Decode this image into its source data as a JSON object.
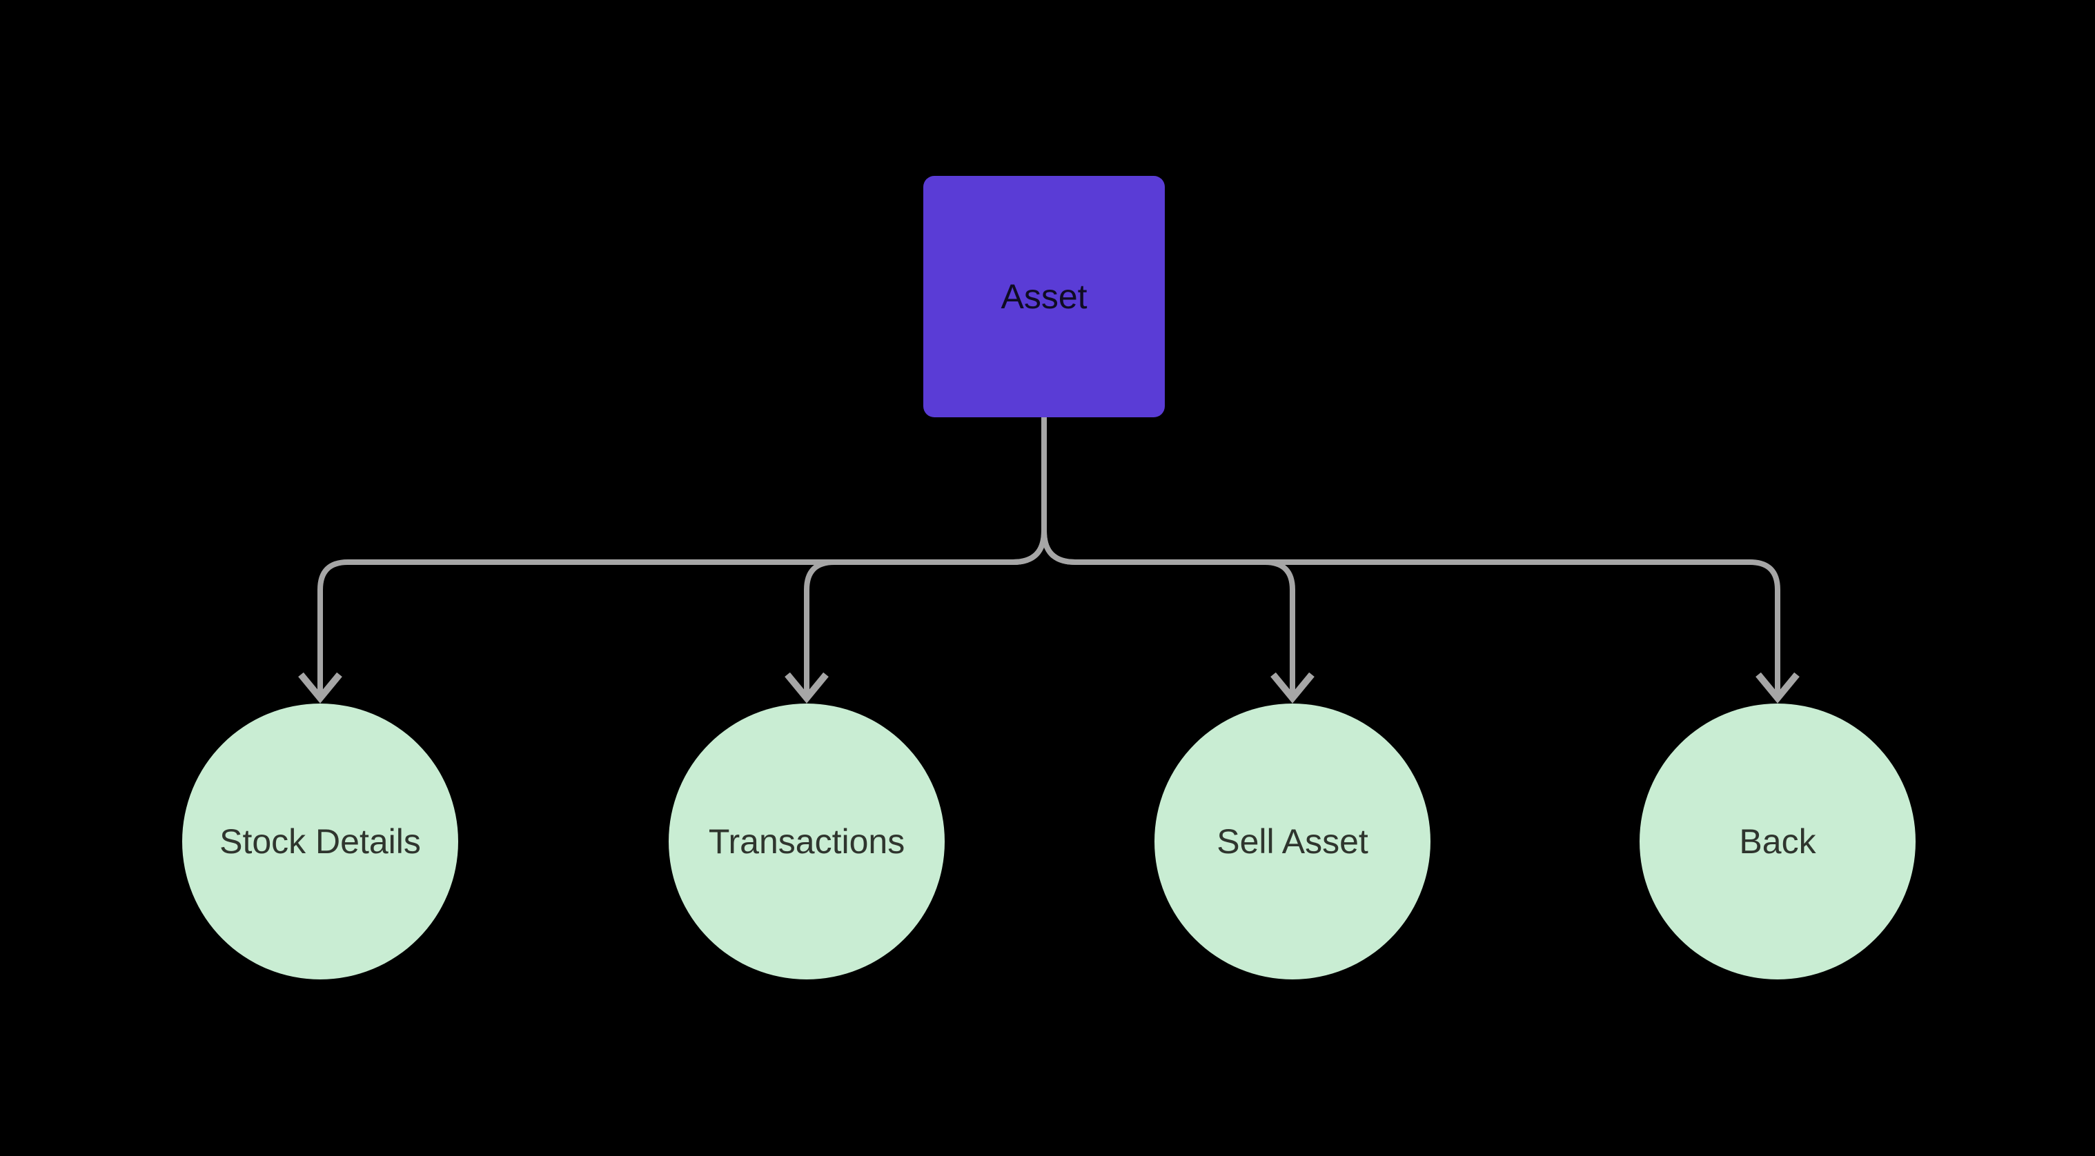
{
  "colors": {
    "background": "#000000",
    "asset-fill": "#5a3cd6",
    "asset-text": "#0f0c23",
    "circle-fill": "#c9edd3",
    "circle-text": "#2f352e",
    "connector": "#a6a6a6"
  },
  "diagram": {
    "type": "flowchart-tree",
    "root": {
      "id": "asset",
      "label": "Asset",
      "shape": "rounded-square"
    },
    "children": [
      {
        "id": "stock-details",
        "label": "Stock Details",
        "shape": "circle"
      },
      {
        "id": "transactions",
        "label": "Transactions",
        "shape": "circle"
      },
      {
        "id": "sell-asset",
        "label": "Sell Asset",
        "shape": "circle"
      },
      {
        "id": "back",
        "label": "Back",
        "shape": "circle"
      }
    ],
    "edges": [
      {
        "from": "asset",
        "to": "stock-details",
        "arrow": "down"
      },
      {
        "from": "asset",
        "to": "transactions",
        "arrow": "down"
      },
      {
        "from": "asset",
        "to": "sell-asset",
        "arrow": "down"
      },
      {
        "from": "asset",
        "to": "back",
        "arrow": "down"
      }
    ]
  }
}
